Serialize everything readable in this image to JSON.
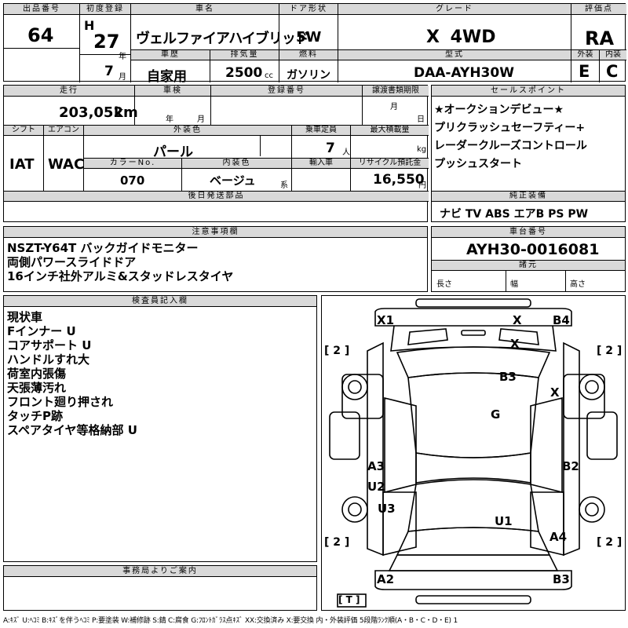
{
  "top": {
    "lot_label": "出品番号",
    "lot_value": "64",
    "first_reg_label": "初度登録",
    "era": "H",
    "year": "27",
    "year_unit": "年",
    "month": "7",
    "month_unit": "月",
    "model_label": "車名",
    "model_value": "ヴェルファイアハイブリッド",
    "doors_label": "ドア形状",
    "doors_value": "5W",
    "grade_label": "グレード",
    "grade_value": "X 4WD",
    "score_label": "評価点",
    "score_value": "RA",
    "history_label": "車歴",
    "history_value": "自家用",
    "displacement_label": "排気量",
    "displacement_value": "2500",
    "displacement_unit": "cc",
    "fuel_label": "燃料",
    "fuel_value": "ガソリン",
    "type_label": "型式",
    "type_value": "DAA-AYH30W",
    "exterior_label": "外装",
    "exterior_value": "E",
    "interior_label": "内装",
    "interior_value": "C"
  },
  "mid": {
    "mileage_label": "走行",
    "mileage_value": "203,052",
    "mileage_unit": "km",
    "inspection_label": "車検",
    "inspection_year_unit": "年",
    "inspection_month_unit": "月",
    "plate_label": "登録番号",
    "transfer_label": "譲渡書類期限",
    "transfer_month_unit": "月",
    "transfer_day_unit": "日",
    "shift_label": "シフト",
    "shift_value": "IAT",
    "ac_label": "エアコン",
    "ac_value": "WAC",
    "color_label": "外装色",
    "color_value": "パール",
    "capacity_label": "乗車定員",
    "capacity_value": "7",
    "capacity_unit": "人",
    "load_label": "最大積載量",
    "load_unit": "kg",
    "color_no_label": "カラーNo.",
    "color_no_value": "070",
    "int_color_label": "内装色",
    "int_color_value": "ベージュ",
    "int_color_suffix": "系",
    "import_label": "輸入車",
    "recycle_label": "リサイクル預託金",
    "recycle_value": "16,550",
    "recycle_unit": "円",
    "later_parts_label": "後日発送部品"
  },
  "sales": {
    "label": "セールスポイント",
    "lines": [
      "★オークションデビュー★",
      "プリクラッシュセーフティー+",
      "レーダークルーズコントロール",
      "プッシュスタート"
    ]
  },
  "equipment": {
    "label": "純正装備",
    "value": "ナビ TV ABS エアB PS PW"
  },
  "notes": {
    "label": "注意事項欄",
    "lines": [
      "NSZT-Y64T バックガイドモニター",
      "両側パワースライドドア",
      "16インチ社外アルミ&スタッドレスタイヤ"
    ]
  },
  "chassis": {
    "label": "車台番号",
    "value": "AYH30-0016081",
    "dims_label": "諸元",
    "length_label": "長さ",
    "width_label": "幅",
    "height_label": "高さ"
  },
  "inspector": {
    "label": "検査員記入欄",
    "lines": [
      "現状車",
      "Fインナー U",
      "コアサポート U",
      "ハンドルすれ大",
      "荷室内張傷",
      "天張薄汚れ",
      "フロント廻り押され",
      "タッチP跡",
      "スペアタイヤ等格納部 U"
    ]
  },
  "office": {
    "label": "事務局よりご案内"
  },
  "diagram": {
    "marks": {
      "x1": "X1",
      "x_top": "X",
      "b4": "B4",
      "x_hood": "X",
      "b3_roof": "B3",
      "x_right": "X",
      "g": "G",
      "a3": "A3",
      "u2": "U2",
      "b2": "B2",
      "u3": "U3",
      "u1": "U1",
      "a4": "A4",
      "a2": "A2",
      "b3_rear": "B3"
    },
    "tires": {
      "fl": "[ 2 ]",
      "fr": "[ 2 ]",
      "rl": "[ 2 ]",
      "rr": "[ 2 ]",
      "spare": "[ T ]"
    }
  },
  "legend": "A:ｷｽﾞ U:ﾍｺﾐ B:ｷｽﾞを伴うﾍｺﾐ P:要塗装 W:補修跡 S:錆 C:腐食 G:ﾌﾛﾝﾄｶﾞﾗｽ点ｷｽﾞ XX:交換済み X:要交換 内・外装評価 5段階ﾗﾝｸ順(A・B・C・D・E) 1"
}
